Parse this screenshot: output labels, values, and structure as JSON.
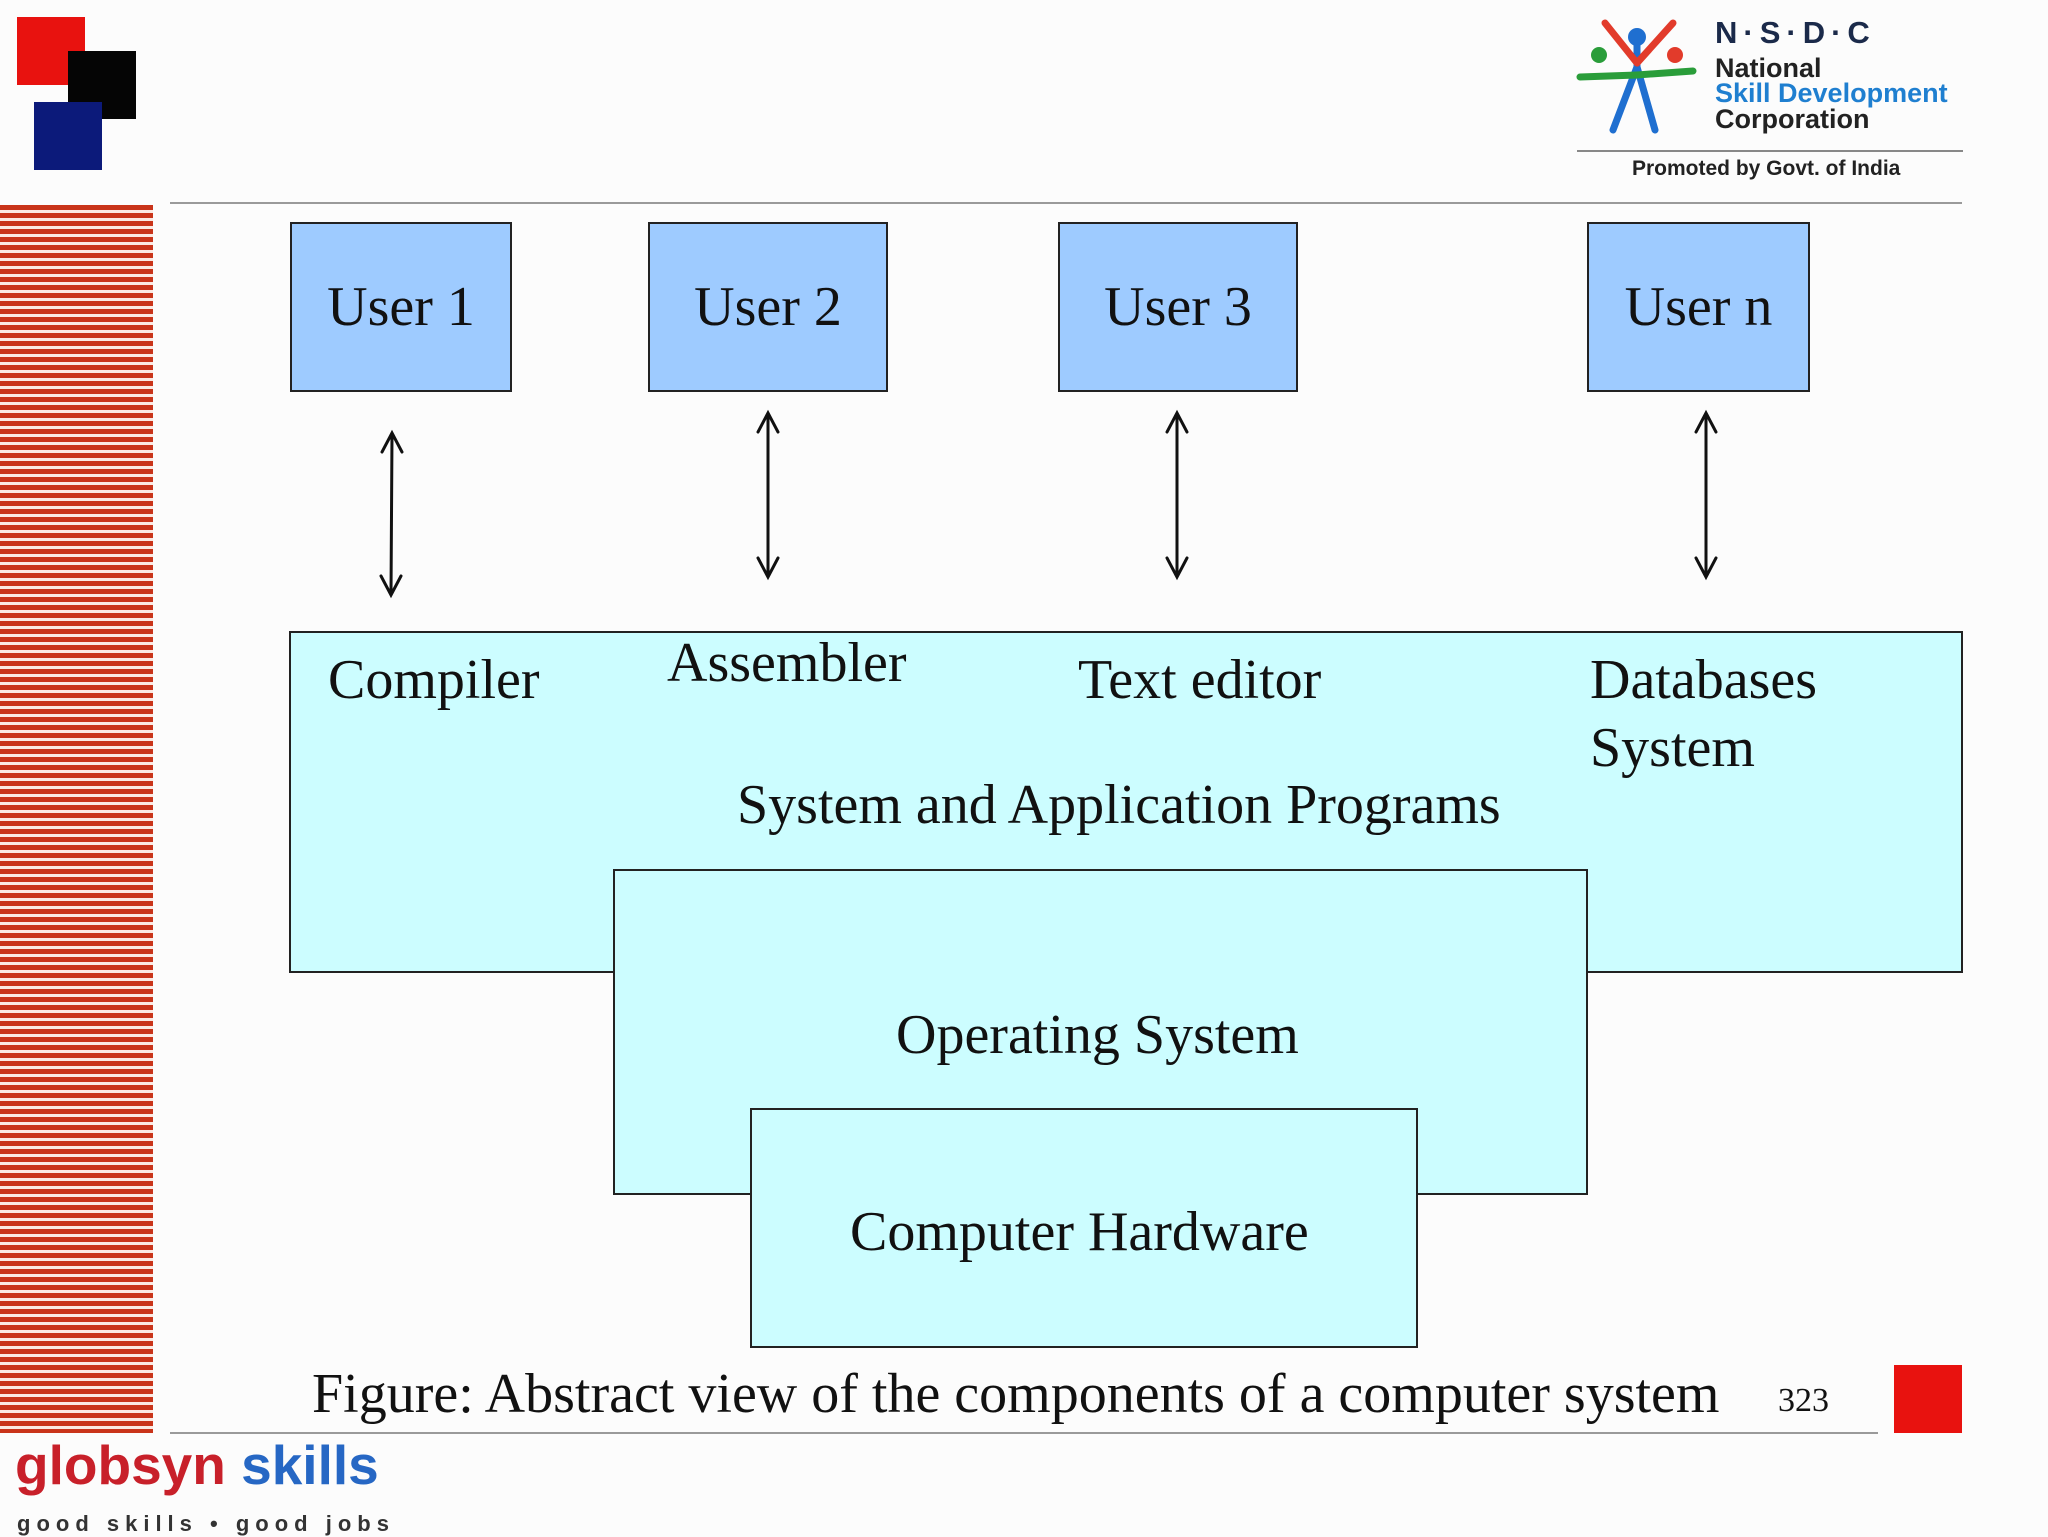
{
  "logo": {
    "acronym": "N·S·D·C",
    "line1": "National",
    "line2": "Skill Development",
    "line3": "Corporation",
    "promoted": "Promoted by Govt. of India"
  },
  "users": [
    "User 1",
    "User 2",
    "User 3",
    "User n"
  ],
  "programs": {
    "compiler": "Compiler",
    "assembler": "Assembler",
    "text_editor": "Text editor",
    "databases_line1": "Databases",
    "databases_line2": "System",
    "layer_label": "System and Application Programs"
  },
  "os_label": "Operating System",
  "hardware_label": "Computer Hardware",
  "caption": "Figure: Abstract view of the components of a computer system",
  "page_number": "323",
  "footer": {
    "brand_part1": "globsyn",
    "brand_part2": "skills",
    "tagline": "good skills • good jobs"
  },
  "colors": {
    "user_box": "#9ecbff",
    "layer_box": "#ccfdff",
    "accent_red": "#e8120f",
    "stripe": "#c9341a"
  }
}
